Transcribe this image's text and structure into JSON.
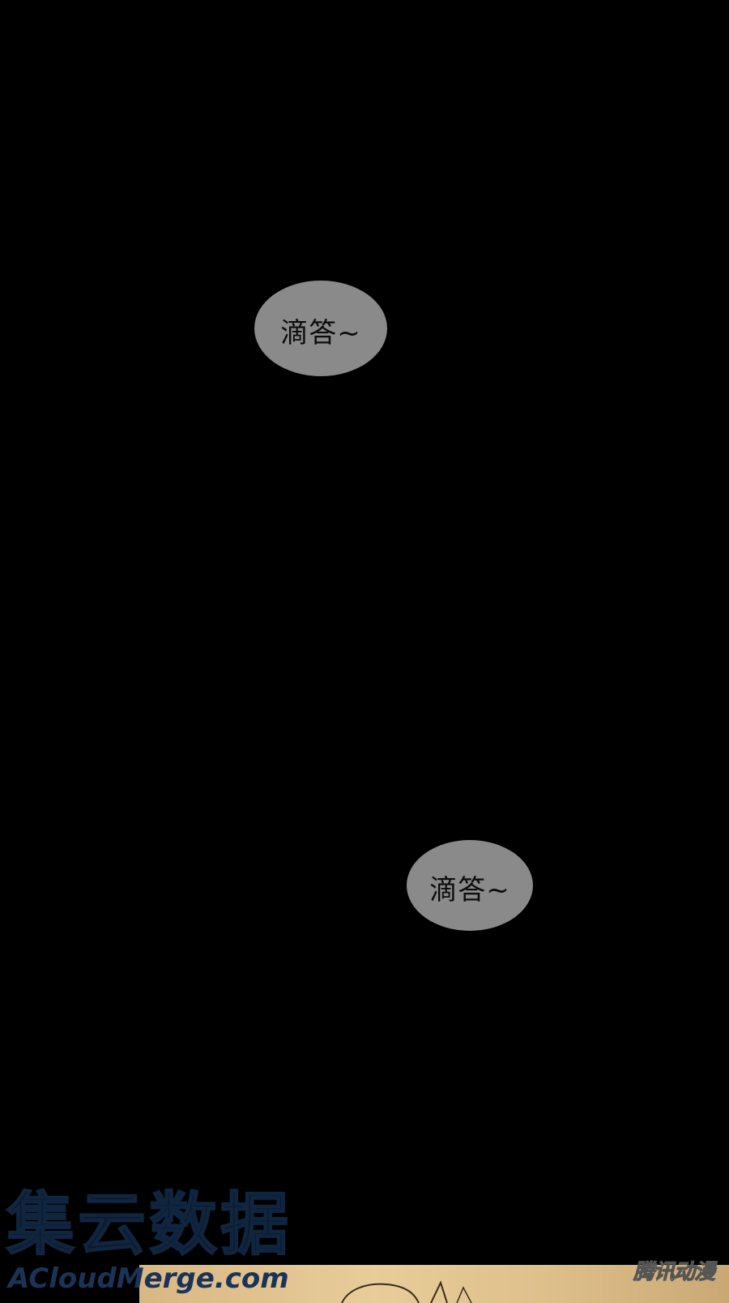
{
  "bubbles": [
    {
      "text": "滴答~"
    },
    {
      "text": "滴答~"
    }
  ],
  "watermark": {
    "chinese": "集云数据",
    "english": "ACloudMerge.com"
  },
  "corner_logo": "腾讯动漫",
  "colors": {
    "background": "#000000",
    "bubble": "#8a8a8a",
    "bubble_text": "#0c0c0c",
    "next_panel": "#e2c490"
  }
}
